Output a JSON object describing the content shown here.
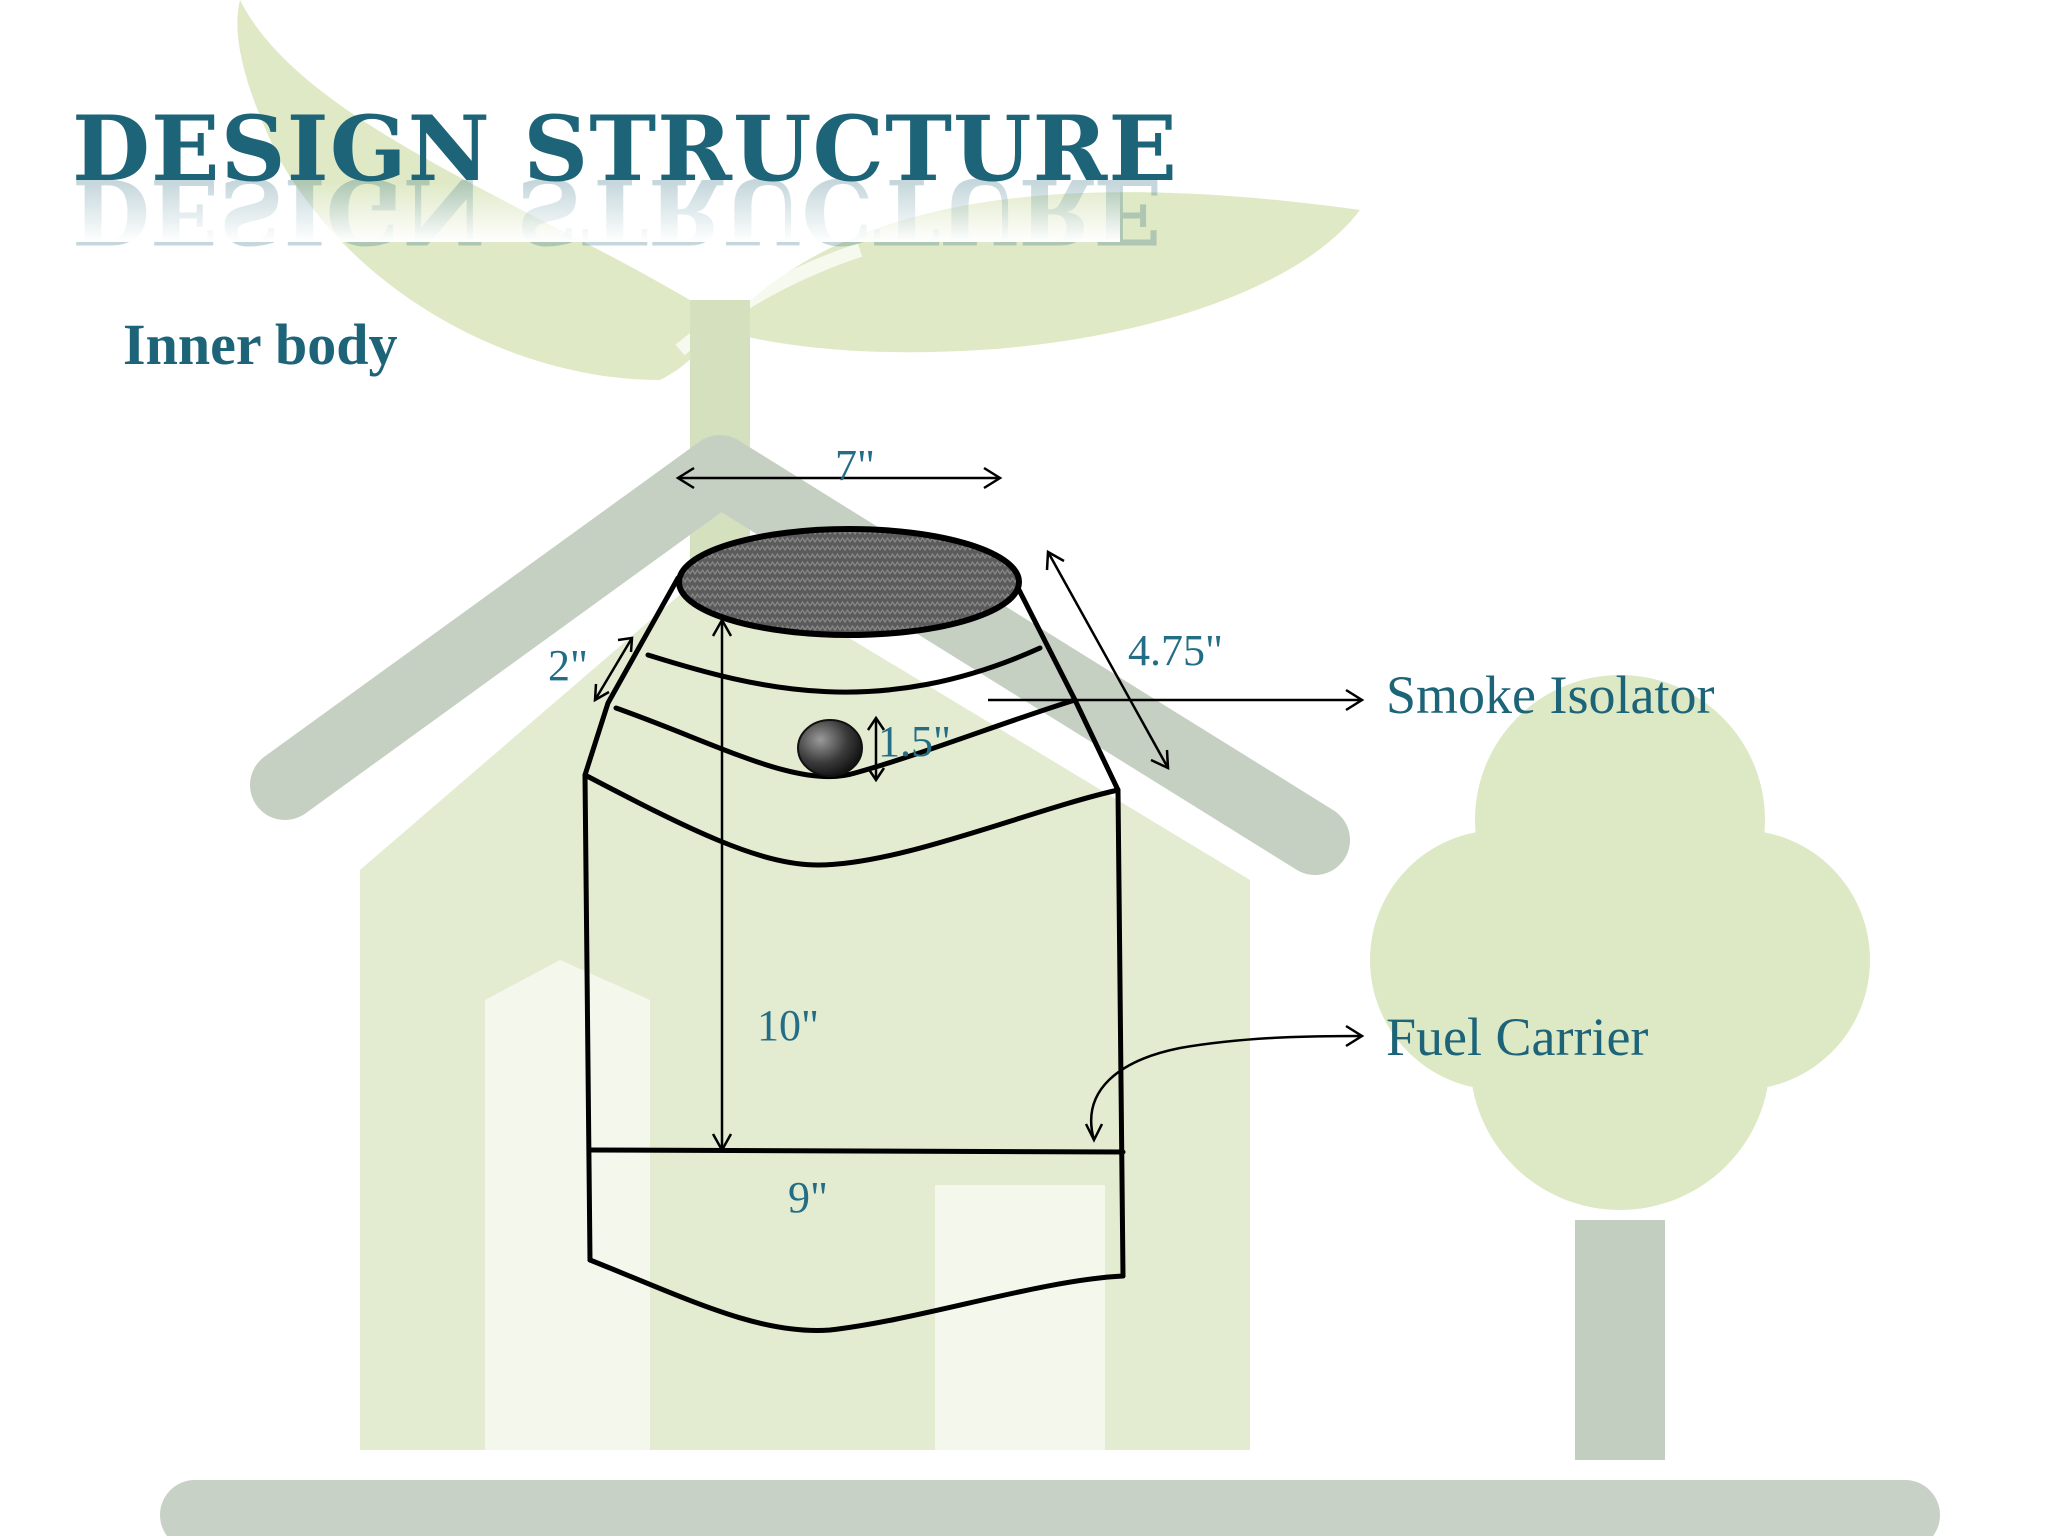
{
  "slide": {
    "title": "DESIGN STRUCTURE",
    "subtitle": "Inner body"
  },
  "diagram": {
    "dimensions": {
      "top_width": "7\"",
      "band_height": "2\"",
      "slant_height": "4.75\"",
      "hole_size": "1.5\"",
      "total_height": "10\"",
      "base_width": "9\""
    },
    "labels": {
      "smoke_isolator": "Smoke Isolator",
      "fuel_carrier": "Fuel Carrier"
    }
  },
  "colors": {
    "title": "#1d6478",
    "background_green": "#dfe9c6",
    "background_gray": "#c9d3c7"
  }
}
